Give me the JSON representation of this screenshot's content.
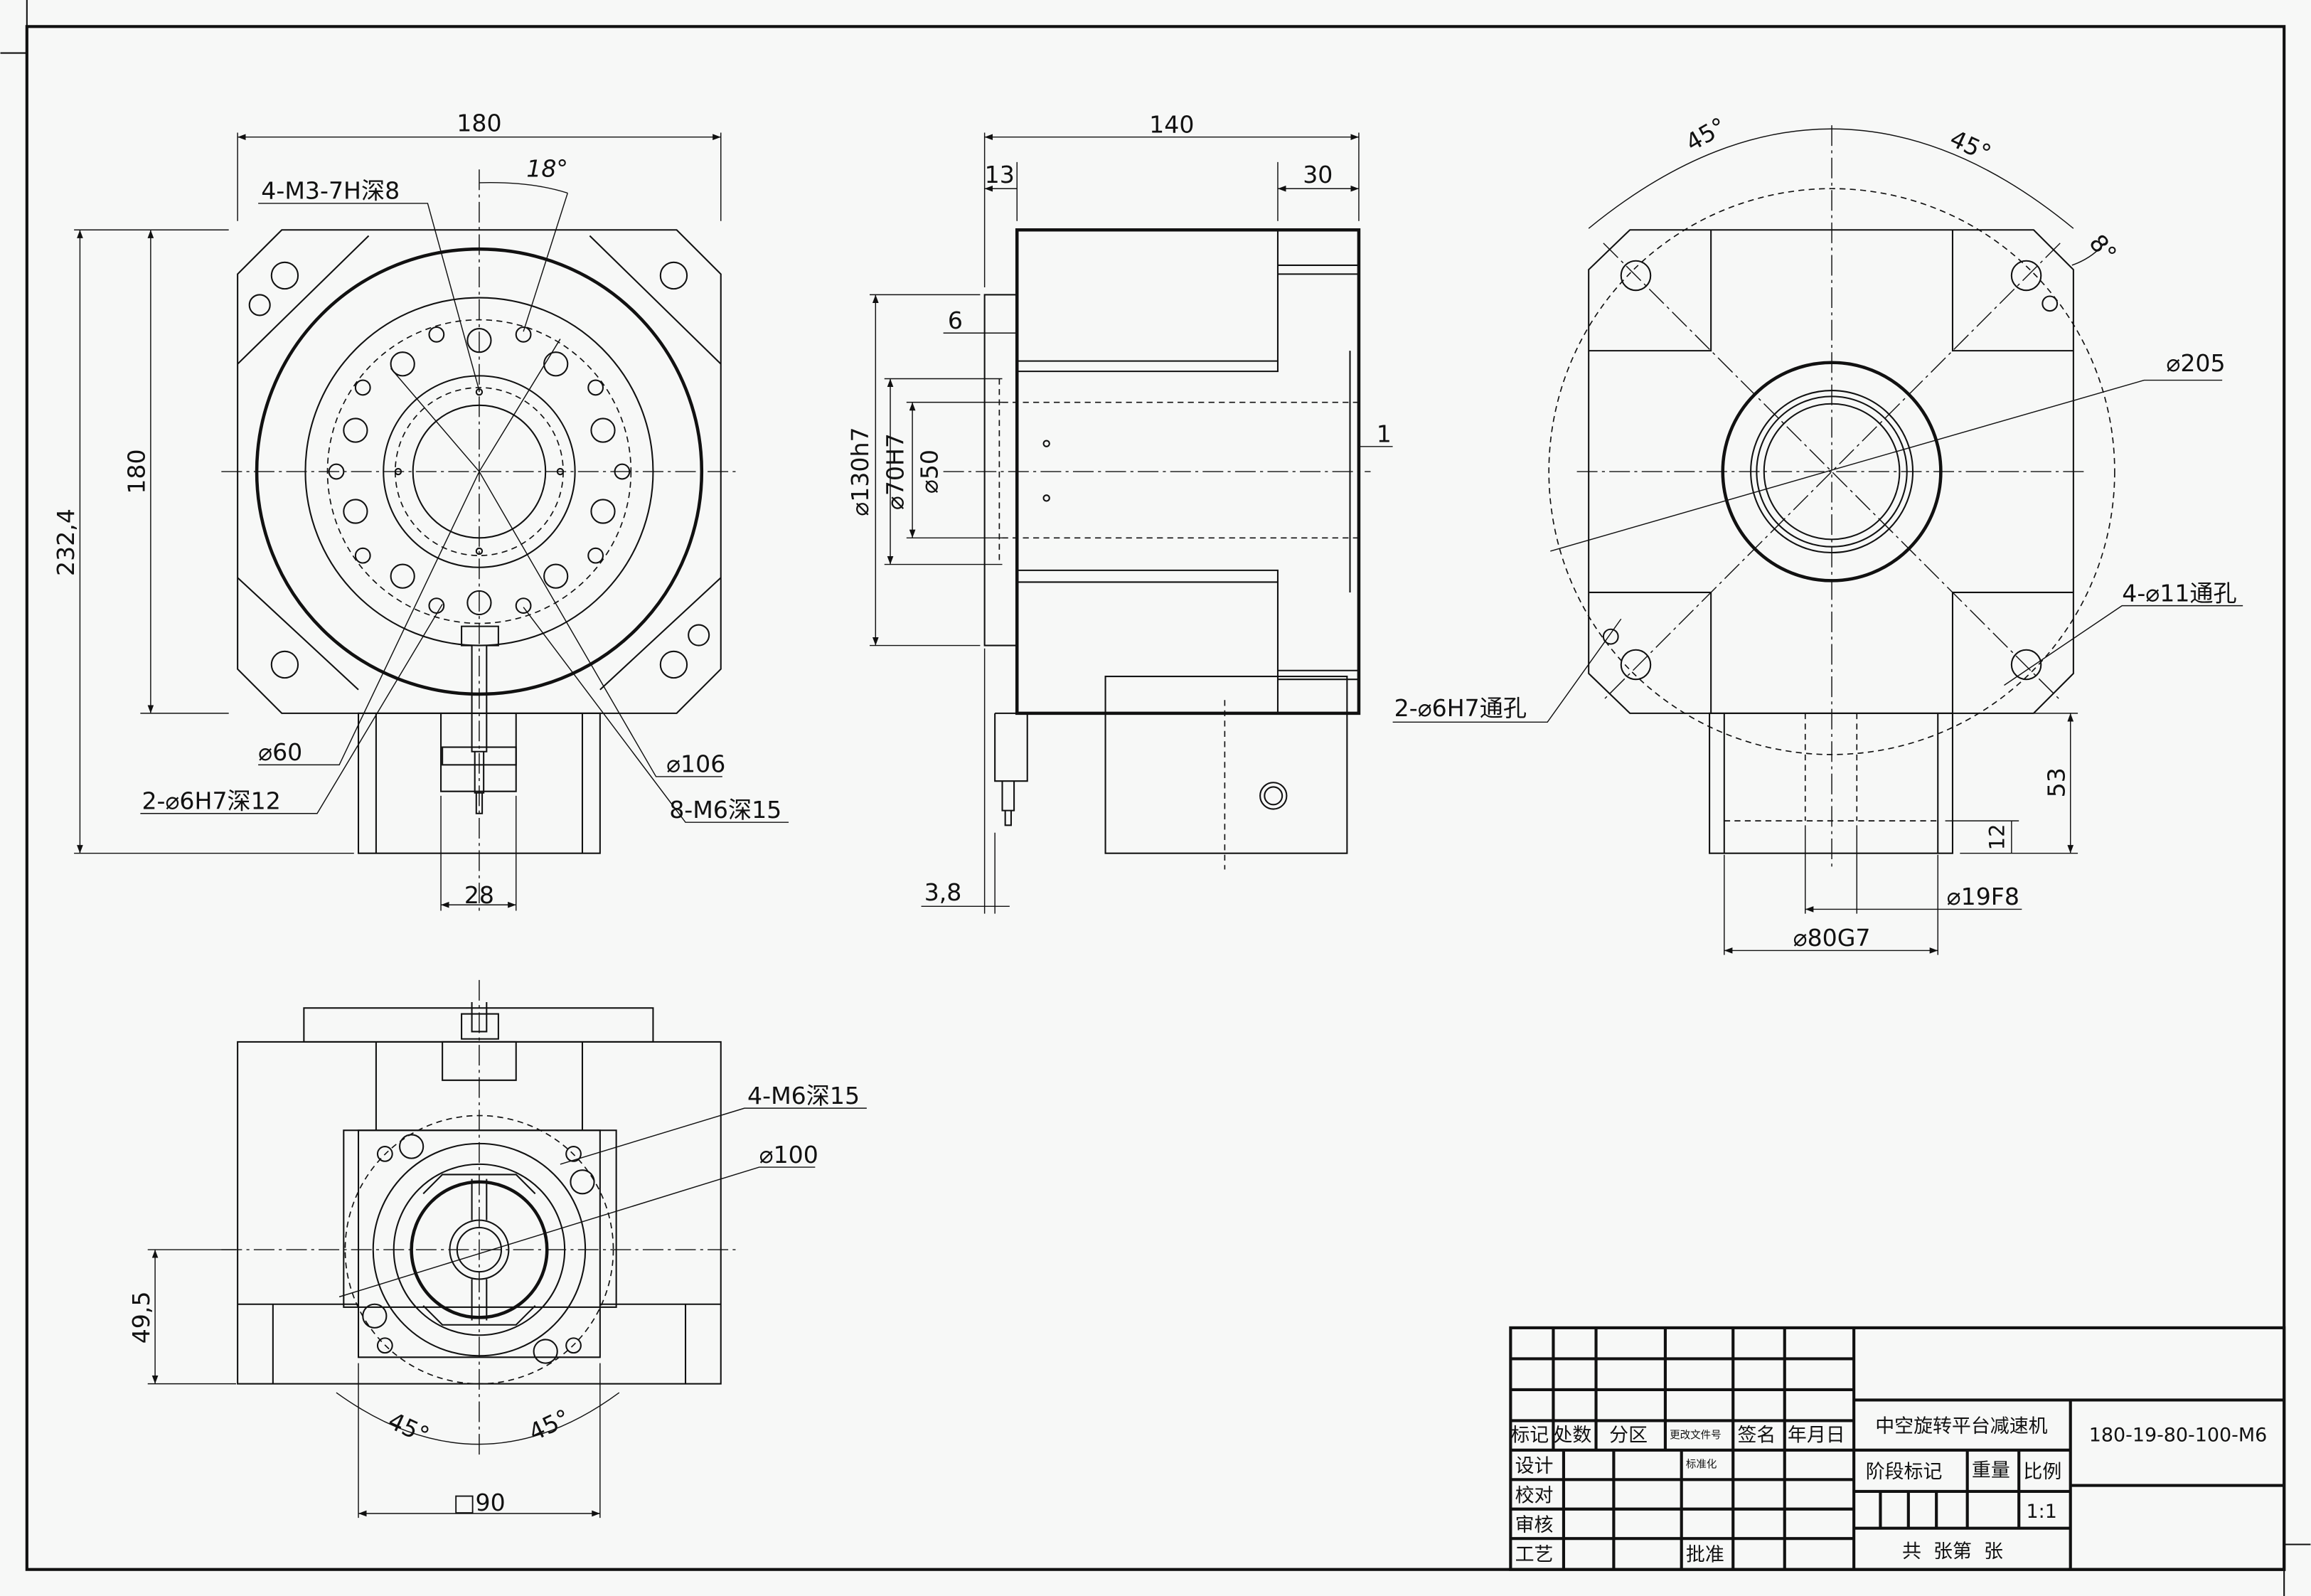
{
  "front_view": {
    "width": "180",
    "height": "180",
    "overall_height": "232,4",
    "angle": "18°",
    "thread_note": "4-M3-7H深8",
    "bore": "⌀60",
    "pin_holes": "2-⌀6H7深12",
    "pcd": "⌀106",
    "mount_thread": "8-M6深15",
    "motor_width": "28"
  },
  "side_view": {
    "length": "140",
    "flange": "13",
    "step": "30",
    "shoulder": "6",
    "pilot": "⌀130h7",
    "bore_fit": "⌀70H7",
    "bore": "⌀50",
    "gap": "1",
    "offset": "3,8"
  },
  "right_view": {
    "angle_left": "45°",
    "angle_right": "45°",
    "angle_small": "8°",
    "pcd": "⌀205",
    "through_holes": "4-⌀11通孔",
    "pin_holes": "2-⌀6H7通孔",
    "height": "53",
    "spigot": "12",
    "shaft": "⌀19F8",
    "spigot_dia": "⌀80G7"
  },
  "bottom_view": {
    "thread_note": "4-M6深15",
    "pcd": "⌀100",
    "offset": "49,5",
    "angle_left": "45°",
    "angle_right": "45°",
    "square": "□90"
  },
  "title_block": {
    "product_name": "中空旋转平台减速机",
    "drawing_number": "180-19-80-100-M6",
    "headers": [
      "标记",
      "处数",
      "分区",
      "更改文件号",
      "签名",
      "年月日"
    ],
    "rows": [
      "设计",
      "校对",
      "审核",
      "工艺"
    ],
    "standardization": "标准化",
    "approval": "批准",
    "stage_mark": "阶段标记",
    "weight": "重量",
    "scale_label": "比例",
    "scale": "1:1",
    "sheets": "共  张第  张"
  }
}
